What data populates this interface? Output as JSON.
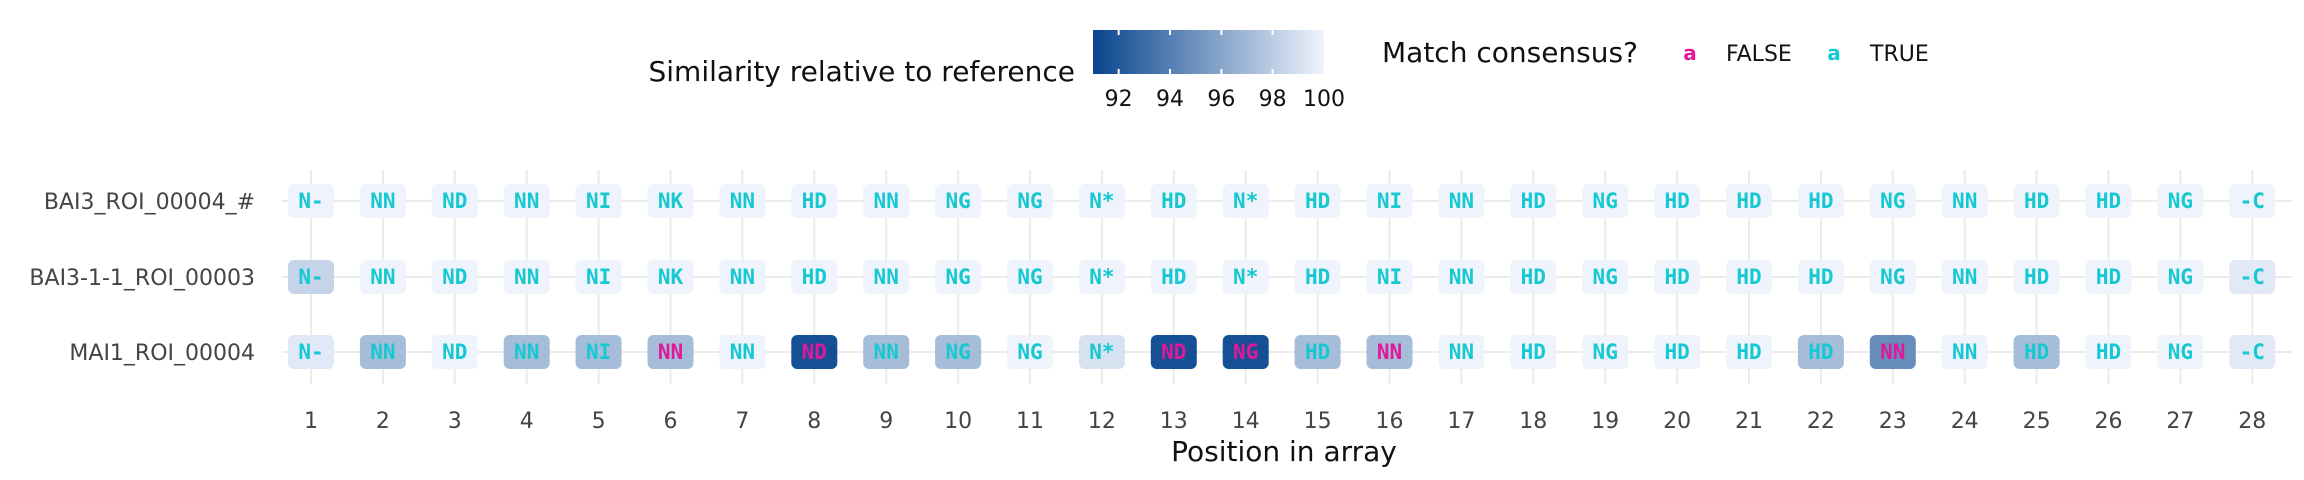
{
  "chart_data": {
    "type": "heatmap",
    "xlabel": "Position in array",
    "ylabel": "",
    "x": [
      1,
      2,
      3,
      4,
      5,
      6,
      7,
      8,
      9,
      10,
      11,
      12,
      13,
      14,
      15,
      16,
      17,
      18,
      19,
      20,
      21,
      22,
      23,
      24,
      25,
      26,
      27,
      28
    ],
    "x_tick_labels": [
      "1",
      "2",
      "3",
      "4",
      "5",
      "6",
      "7",
      "8",
      "9",
      "10",
      "11",
      "12",
      "13",
      "14",
      "15",
      "16",
      "17",
      "18",
      "19",
      "20",
      "21",
      "22",
      "23",
      "24",
      "25",
      "26",
      "27",
      "28"
    ],
    "rows": [
      "BAI3_ROI_00004_#",
      "BAI3-1-1_ROI_00003",
      "MAI1_ROI_00004"
    ],
    "fill_legend": {
      "title": "Similarity relative to reference",
      "ticks": [
        "92",
        "94",
        "96",
        "98",
        "100"
      ],
      "tick_values": [
        92,
        94,
        96,
        98,
        100
      ],
      "range": [
        91,
        100
      ],
      "color_low": "#08458e",
      "color_high": "#eef3fc"
    },
    "text_legend": {
      "title": "Match consensus?",
      "key_glyph": "a",
      "entries": [
        {
          "label": "FALSE",
          "color": "#e0189a"
        },
        {
          "label": "TRUE",
          "color": "#16c8d2"
        }
      ]
    },
    "cells": [
      [
        "N-",
        "NN",
        "ND",
        "NN",
        "NI",
        "NK",
        "NN",
        "HD",
        "NN",
        "NG",
        "NG",
        "N*",
        "HD",
        "N*",
        "HD",
        "NI",
        "NN",
        "HD",
        "NG",
        "HD",
        "HD",
        "HD",
        "NG",
        "NN",
        "HD",
        "HD",
        "NG",
        "-C"
      ],
      [
        "N-",
        "NN",
        "ND",
        "NN",
        "NI",
        "NK",
        "NN",
        "HD",
        "NN",
        "NG",
        "NG",
        "N*",
        "HD",
        "N*",
        "HD",
        "NI",
        "NN",
        "HD",
        "NG",
        "HD",
        "HD",
        "HD",
        "NG",
        "NN",
        "HD",
        "HD",
        "NG",
        "-C"
      ],
      [
        "N-",
        "NN",
        "ND",
        "NN",
        "NI",
        "NN",
        "NN",
        "ND",
        "NN",
        "NG",
        "NG",
        "N*",
        "ND",
        "NG",
        "HD",
        "NN",
        "NN",
        "HD",
        "NG",
        "HD",
        "HD",
        "HD",
        "NN",
        "NN",
        "HD",
        "HD",
        "NG",
        "-C"
      ]
    ],
    "similarity": [
      [
        100,
        100,
        100,
        100,
        100,
        100,
        100,
        100,
        100,
        100,
        100,
        100,
        100,
        100,
        100,
        100,
        100,
        100,
        100,
        100,
        100,
        100,
        100,
        100,
        100,
        100,
        100,
        100
      ],
      [
        98.4,
        100,
        100,
        100,
        100,
        100,
        100,
        100,
        100,
        100,
        100,
        100,
        100,
        100,
        100,
        100,
        100,
        100,
        100,
        100,
        100,
        100,
        100,
        100,
        100,
        100,
        100,
        99.5
      ],
      [
        99.5,
        97.2,
        100,
        97.2,
        97.2,
        97.2,
        100,
        91.5,
        97.2,
        97.2,
        100,
        99.1,
        91.5,
        91.5,
        97.2,
        97.2,
        100,
        100,
        100,
        100,
        100,
        97.2,
        94.7,
        100,
        97.2,
        100,
        100,
        99.5
      ]
    ],
    "match_consensus": [
      [
        true,
        true,
        true,
        true,
        true,
        true,
        true,
        true,
        true,
        true,
        true,
        true,
        true,
        true,
        true,
        true,
        true,
        true,
        true,
        true,
        true,
        true,
        true,
        true,
        true,
        true,
        true,
        true
      ],
      [
        true,
        true,
        true,
        true,
        true,
        true,
        true,
        true,
        true,
        true,
        true,
        true,
        true,
        true,
        true,
        true,
        true,
        true,
        true,
        true,
        true,
        true,
        true,
        true,
        true,
        true,
        true,
        true
      ],
      [
        true,
        true,
        true,
        true,
        true,
        false,
        true,
        false,
        true,
        true,
        true,
        true,
        false,
        false,
        true,
        false,
        true,
        true,
        true,
        true,
        true,
        true,
        false,
        true,
        true,
        true,
        true,
        true
      ]
    ],
    "grid": true,
    "legend_position": "top"
  }
}
